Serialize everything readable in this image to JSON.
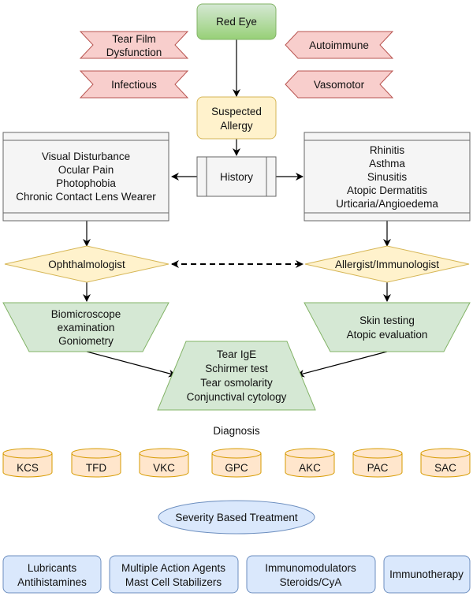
{
  "nodes": {
    "red_eye": "Red Eye",
    "tear_film": [
      "Tear Film",
      "Dysfunction"
    ],
    "infectious": "Infectious",
    "autoimmune": "Autoimmune",
    "vasomotor": "Vasomotor",
    "suspected_allergy": [
      "Suspected",
      "Allergy"
    ],
    "history": "History",
    "ocular_symptoms": [
      "Visual Disturbance",
      "Ocular Pain",
      "Photophobia",
      "Chronic Contact Lens Wearer"
    ],
    "systemic_symptoms": [
      "Rhinitis",
      "Asthma",
      "Sinusitis",
      "Atopic Dermatitis",
      "Urticaria/Angioedema"
    ],
    "ophthalmologist": "Ophthalmologist",
    "allergist": "Allergist/Immunologist",
    "ophth_exams": [
      "Biomicroscope",
      "examination",
      "Goniometry"
    ],
    "allergist_tests": [
      "Skin testing",
      "Atopic evaluation"
    ],
    "shared_tests": [
      "Tear IgE",
      "Schirmer test",
      "Tear osmolarity",
      "Conjunctival cytology"
    ],
    "diagnosis_label": "Diagnosis",
    "diagnoses": [
      "KCS",
      "TFD",
      "VKC",
      "GPC",
      "AKC",
      "PAC",
      "SAC"
    ],
    "treatment_label": "Severity Based Treatment",
    "treatments": [
      [
        "Lubricants",
        "Antihistamines"
      ],
      [
        "Multiple Action Agents",
        "Mast Cell Stabilizers"
      ],
      [
        "Immunomodulators",
        "Steroids/CyA"
      ],
      [
        "Immunotherapy"
      ]
    ]
  },
  "colors": {
    "green_fill_top": "#d5e8d4",
    "green_fill_bottom": "#97d077",
    "green_stroke": "#82b366",
    "trapezoid_fill": "#d5e8d4",
    "pink_fill": "#f8cecc",
    "pink_stroke": "#b85450",
    "yellow_fill": "#fff2cc",
    "yellow_stroke": "#d6b656",
    "gray_fill": "#f5f5f5",
    "gray_stroke": "#666666",
    "orange_fill": "#ffe6cc",
    "orange_stroke": "#d79b00",
    "blue_fill": "#dae8fc",
    "blue_stroke": "#6c8ebf"
  }
}
